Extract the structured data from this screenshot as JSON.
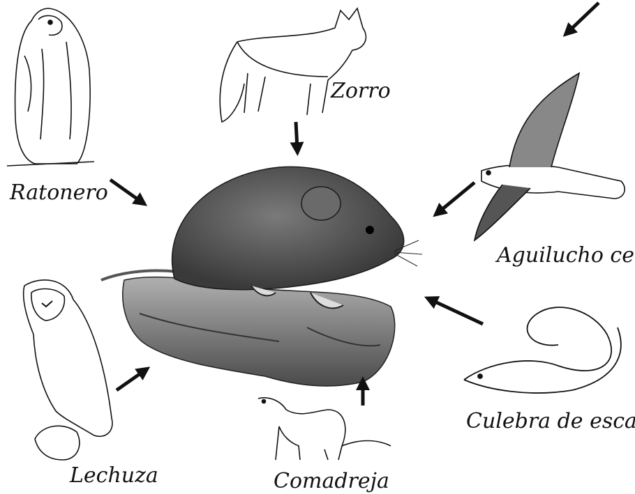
{
  "center": {
    "name": "vole-illustration"
  },
  "predators": [
    {
      "key": "ratonero",
      "label": "Ratonero"
    },
    {
      "key": "zorro",
      "label": "Zorro"
    },
    {
      "key": "aguilucho",
      "label": "Aguilucho cenizo"
    },
    {
      "key": "culebra",
      "label": "Culebra de escalera"
    },
    {
      "key": "lechuza",
      "label": "Lechuza"
    },
    {
      "key": "comadreja",
      "label": "Comadreja"
    }
  ],
  "colors": {
    "ink": "#111111",
    "background": "#ffffff",
    "fur": "#5a5a5a",
    "rock": "#8a8a8a"
  }
}
